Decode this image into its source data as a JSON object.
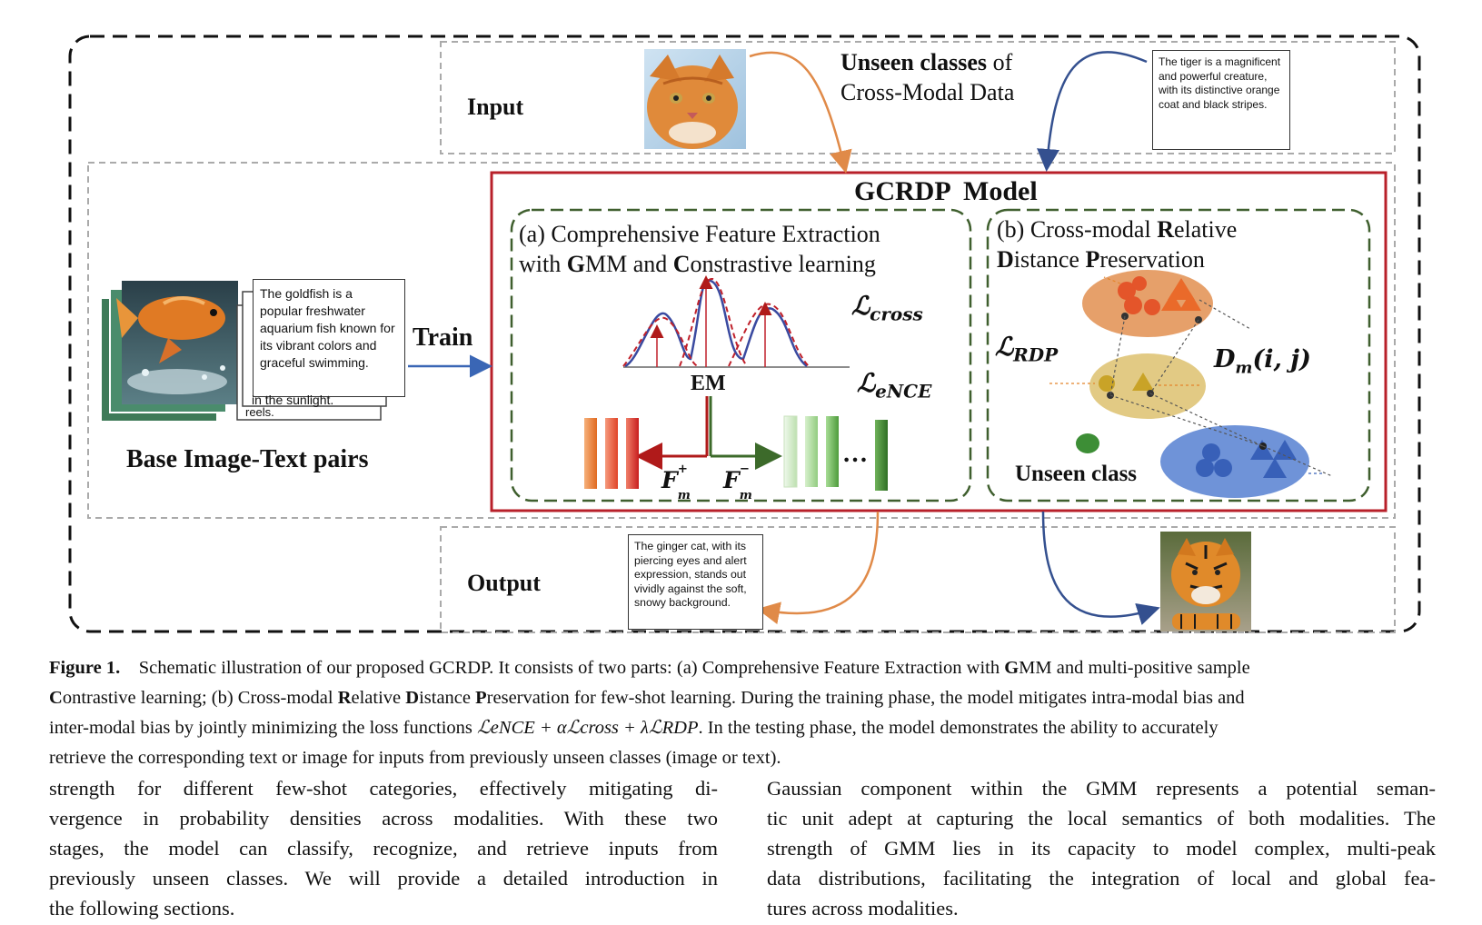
{
  "figure": {
    "input_label": "Input",
    "output_label": "Output",
    "unseen_title_bold": "Unseen classes",
    "unseen_title_rest": "of",
    "unseen_title_line2": "Cross-Modal Data",
    "tiger_text": "The tiger is a magnificent and powerful creature, with its distinctive orange coat and black stripes.",
    "goldfish_text": "The goldfish is a popular freshwater aquarium fish known for its vibrant colors and graceful swimming.",
    "back_card_text_1": "in the sunlight.",
    "back_card_text_2": "reels.",
    "base_label": "Base Image-Text pairs",
    "train_label": "Train",
    "model_title": "GCRDP  Model",
    "part_a": {
      "line1": "(a) Comprehensive Feature Extraction",
      "line2_parts": [
        "with ",
        "G",
        "MM and ",
        "C",
        "onstrastive learning"
      ]
    },
    "part_b": {
      "line1_parts": [
        "(b) Cross-modal ",
        "R",
        "elative"
      ],
      "line2_parts": [
        "D",
        "istance ",
        "P",
        "reservation"
      ]
    },
    "loss_cross": "ℒcross",
    "loss_cross_main": "ℒ",
    "loss_cross_sub": "cross",
    "loss_ence_main": "ℒ",
    "loss_ence_sub": "eNCE",
    "loss_rdp_main": "ℒ",
    "loss_rdp_sub": "RDP",
    "em_label": "EM",
    "f_main": "F",
    "f_sub": "m",
    "f_plus": "+",
    "f_minus": "−",
    "ellipsis": "…",
    "dist_main": "D",
    "dist_sub": "m",
    "dist_args": "(i, j)",
    "unseen_class_label": "Unseen class",
    "cat_text": "The ginger cat, with its piercing eyes and alert expression, stands out vividly against the soft, snowy background."
  },
  "caption": {
    "label": "Figure 1.",
    "line1": "Schematic illustration of our proposed GCRDP. It consists of two parts: (a) Comprehensive Feature Extraction with ",
    "line1_bold": "G",
    "line1_end": "MM and multi-positive sample",
    "line2_b1": "C",
    "line2_a": "ontrastive learning; (b) Cross-modal ",
    "line2_b2": "R",
    "line2_b": "elative ",
    "line2_b3": "D",
    "line2_c": "istance ",
    "line2_b4": "P",
    "line2_d": "reservation for few-shot learning. During the training phase, the model mitigates intra-modal bias and",
    "line3_a": "inter-modal bias by jointly minimizing the loss functions ",
    "line3_formula": "ℒeNCE + αℒcross + λℒRDP",
    "line3_b": ". In the testing phase, the model demonstrates the ability to accurately",
    "line4": "retrieve the corresponding text or image for inputs from previously unseen classes (image or text)."
  },
  "body": {
    "left": [
      "strength for different few-shot categories, effectively mitigating di-",
      "vergence in probability densities across modalities. With these two",
      "stages, the model can classify, recognize, and retrieve inputs from",
      "previously unseen classes. We will provide a detailed introduction in",
      "the following sections."
    ],
    "right": [
      "Gaussian component within the GMM represents a potential seman-",
      "tic unit adept at capturing the local semantics of both modalities. The",
      "strength of GMM lies in its capacity to model complex, multi-peak",
      "data distributions, facilitating the integration of local and global fea-",
      "tures across modalities."
    ]
  },
  "colors": {
    "model_border": "#b8202a",
    "section_border": "#3f5f2e",
    "orange_arrow": "#e08a48",
    "blue_arrow": "#34508f",
    "red_curve": "#c0202a",
    "blue_curve": "#3a4aa0"
  }
}
